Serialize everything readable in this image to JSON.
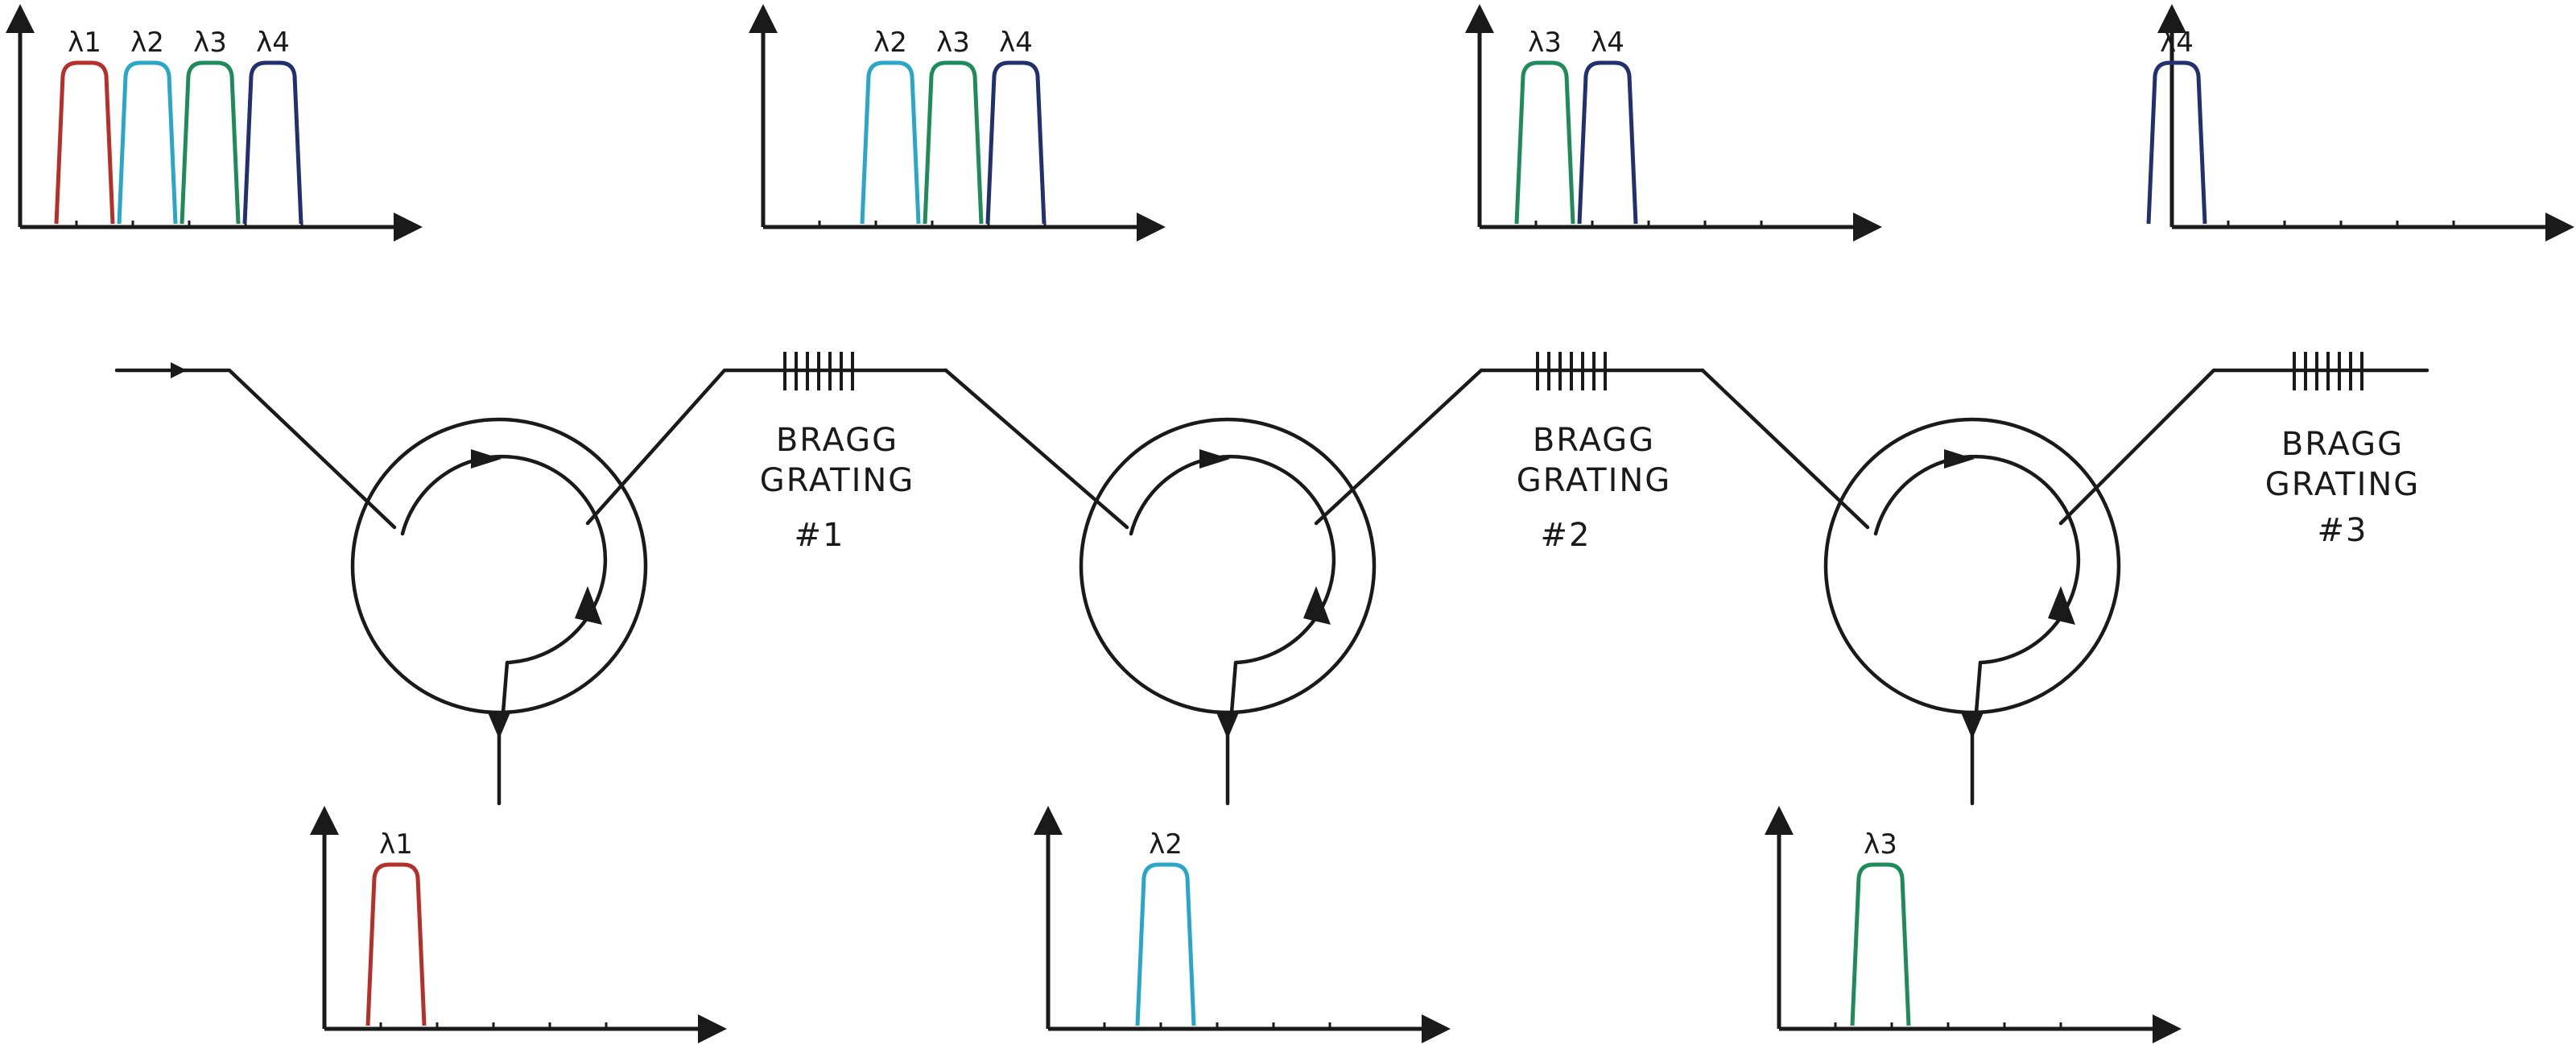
{
  "colors": {
    "line": "#1a1a1a",
    "lambda1": "#b5302a",
    "lambda2": "#2aa6c8",
    "lambda3": "#1f8a5a",
    "lambda4": "#23306e"
  },
  "spectra": {
    "input": {
      "labels": [
        "λ1",
        "λ2",
        "λ3",
        "λ4"
      ],
      "channels": [
        1,
        2,
        3,
        4
      ]
    },
    "after_g1": {
      "labels": [
        "λ2",
        "λ3",
        "λ4"
      ],
      "channels": [
        2,
        3,
        4
      ]
    },
    "after_g2": {
      "labels": [
        "λ3",
        "λ4"
      ],
      "channels": [
        3,
        4
      ]
    },
    "after_g3": {
      "labels": [
        "λ4"
      ],
      "channels": [
        4
      ]
    },
    "drop_1": {
      "labels": [
        "λ1"
      ],
      "channels": [
        1
      ]
    },
    "drop_2": {
      "labels": [
        "λ2"
      ],
      "channels": [
        2
      ]
    },
    "drop_3": {
      "labels": [
        "λ3"
      ],
      "channels": [
        3
      ]
    }
  },
  "gratings": [
    {
      "line1": "BRAGG",
      "line2": "GRATING",
      "number": "#1"
    },
    {
      "line1": "BRAGG",
      "line2": "GRATING",
      "number": "#2"
    },
    {
      "line1": "BRAGG",
      "line2": "GRATING",
      "number": "#3"
    }
  ]
}
